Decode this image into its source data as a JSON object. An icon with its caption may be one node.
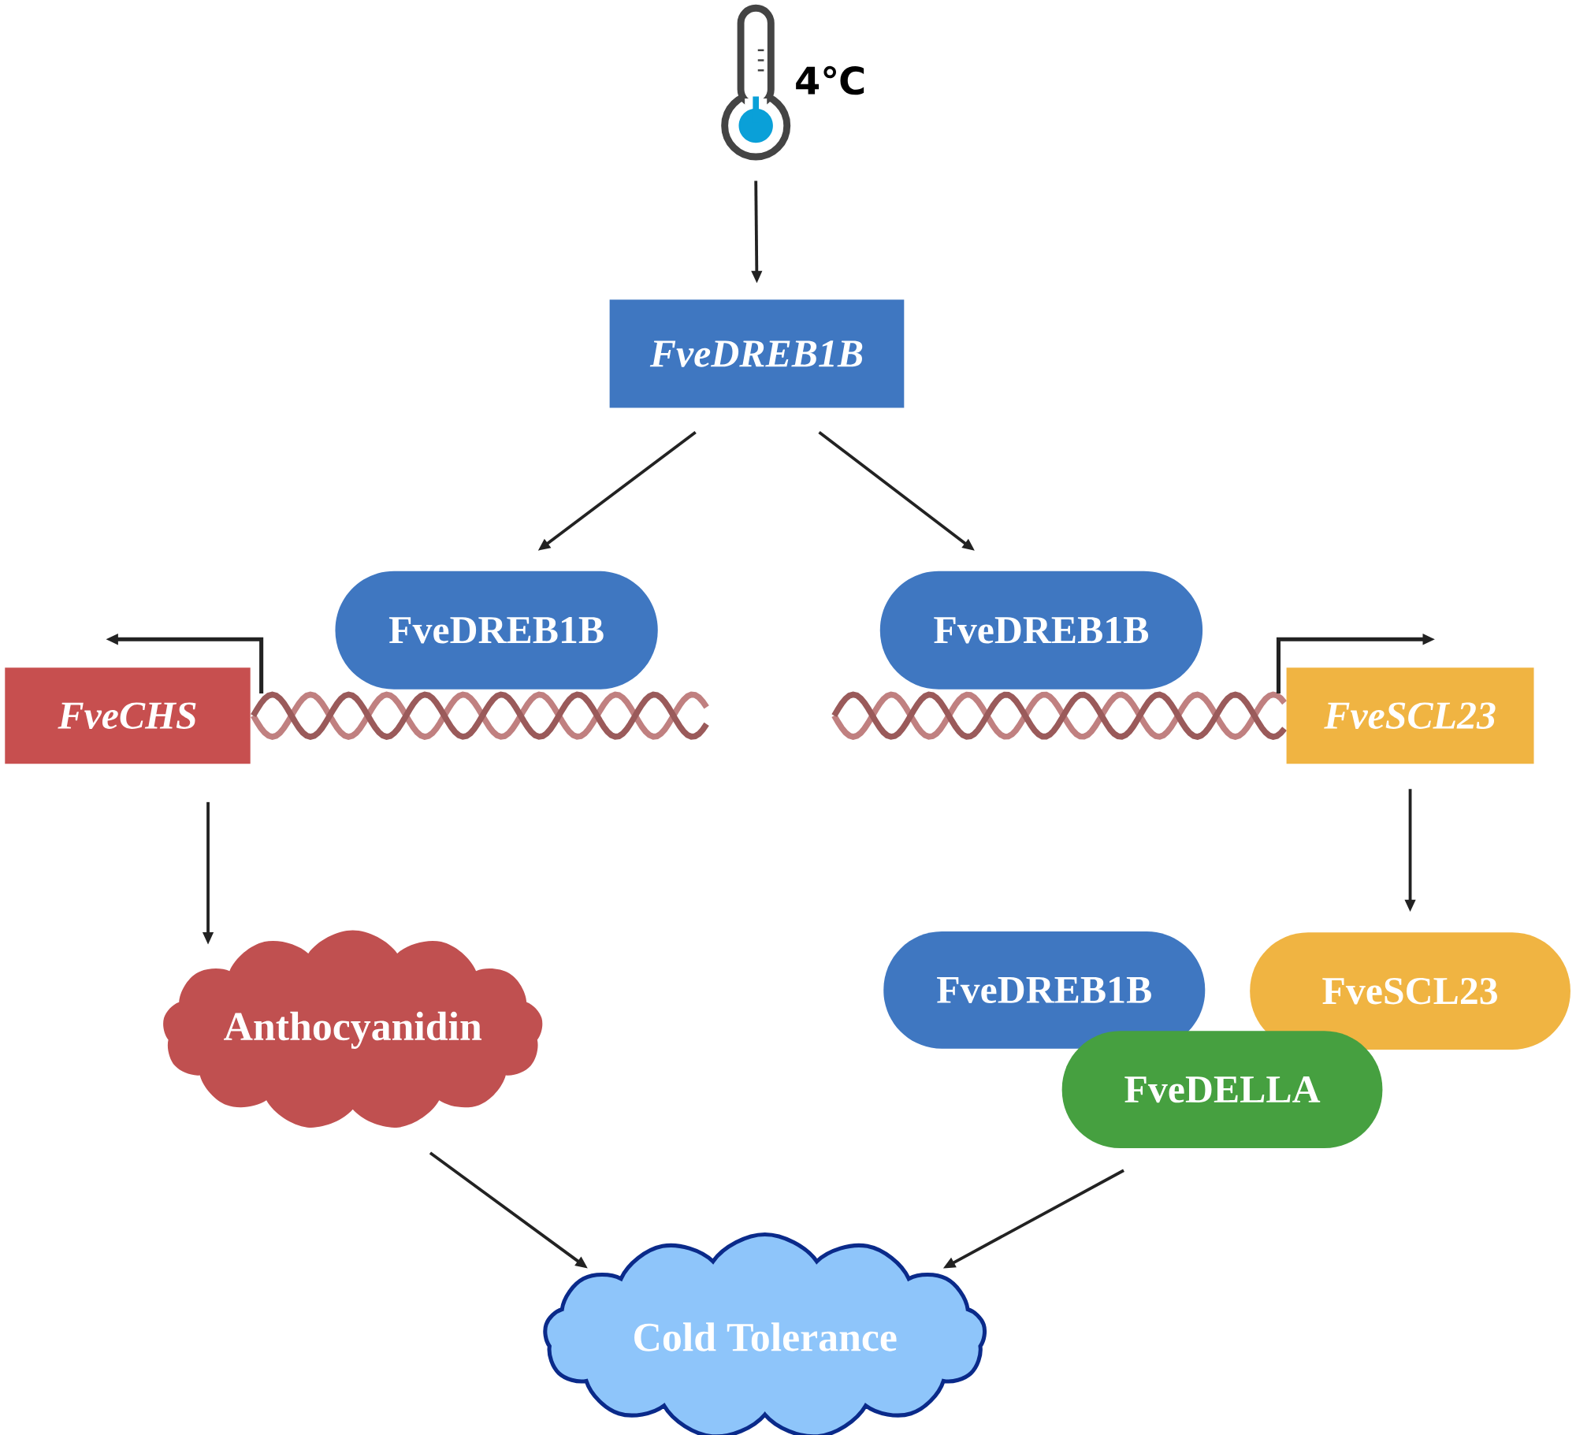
{
  "diagram": {
    "nodes": [
      {
        "text": [],
        "shape": "thermometer",
        "beside": [
          "4℃"
        ]
      },
      {
        "text": [
          "FveDREB1B"
        ]
      },
      {
        "text": [
          "FveDREB1B"
        ]
      },
      {
        "text": [
          "FveDREB1B"
        ]
      },
      {
        "text": [
          "FveCHS"
        ]
      },
      {
        "text": [
          "FveSCL23"
        ]
      },
      {
        "text": [
          "Anthocyanidin"
        ]
      },
      {
        "text": [
          "FveDREB1B"
        ]
      },
      {
        "text": [
          "FveSCL23"
        ]
      },
      {
        "text": [
          "FveDELLA"
        ]
      },
      {
        "text": [
          "Cold Tolerance"
        ]
      }
    ],
    "edges": [
      {
        "from": 0,
        "to": 1,
        "arrow": "to"
      },
      {
        "from": 1,
        "to": 2,
        "arrow": "to"
      },
      {
        "from": 1,
        "to": 3,
        "arrow": "to"
      },
      {
        "from": 4,
        "to": 6,
        "arrow": "to"
      },
      {
        "from": 5,
        "to": 8,
        "arrow": "to"
      },
      {
        "from": 6,
        "to": 10,
        "arrow": "to"
      },
      {
        "from": 9,
        "to": 10,
        "arrow": "to"
      }
    ]
  }
}
